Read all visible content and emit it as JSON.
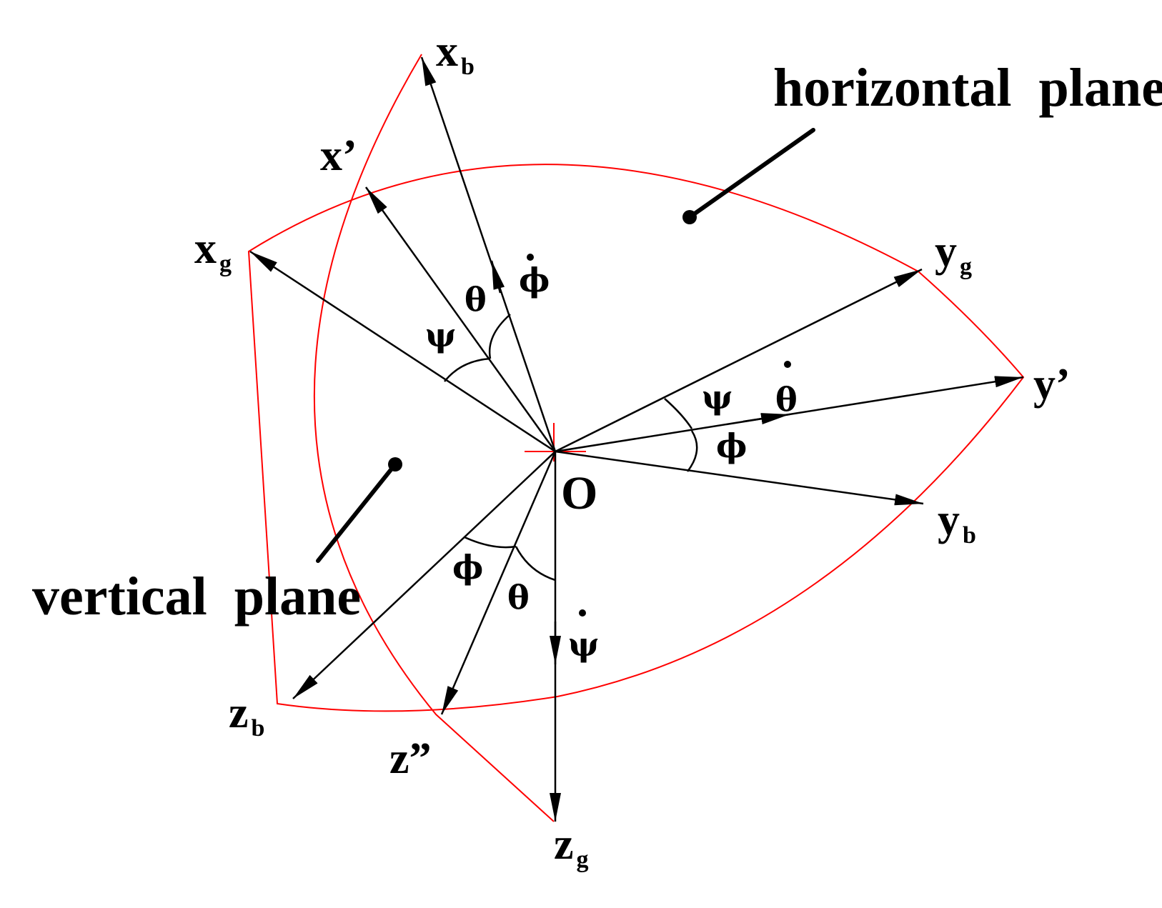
{
  "colors": {
    "plane_outline": "#ff0000",
    "axis": "#000000",
    "background": "#ffffff"
  },
  "labels": {
    "origin": "O",
    "horizontal_plane": "horizontal  plane",
    "vertical_plane": "vertical  plane",
    "xb": {
      "main": "x",
      "sub": "b"
    },
    "xprime": "x’",
    "xg": {
      "main": "x",
      "sub": "g"
    },
    "yg": {
      "main": "y",
      "sub": "g"
    },
    "yprime": "y’",
    "yb": {
      "main": "y",
      "sub": "b"
    },
    "zb": {
      "main": "z",
      "sub": "b"
    },
    "zpp": "z”",
    "zg": {
      "main": "z",
      "sub": "g"
    }
  },
  "angles": {
    "psi_upper": "ψ",
    "theta_upper": "θ",
    "phi_dot_upper": "ϕ",
    "psi_right": "ψ",
    "theta_dot_right": "θ",
    "phi_right": "ϕ",
    "phi_lower": "ϕ",
    "theta_lower": "θ",
    "psi_dot_lower": "ψ"
  }
}
